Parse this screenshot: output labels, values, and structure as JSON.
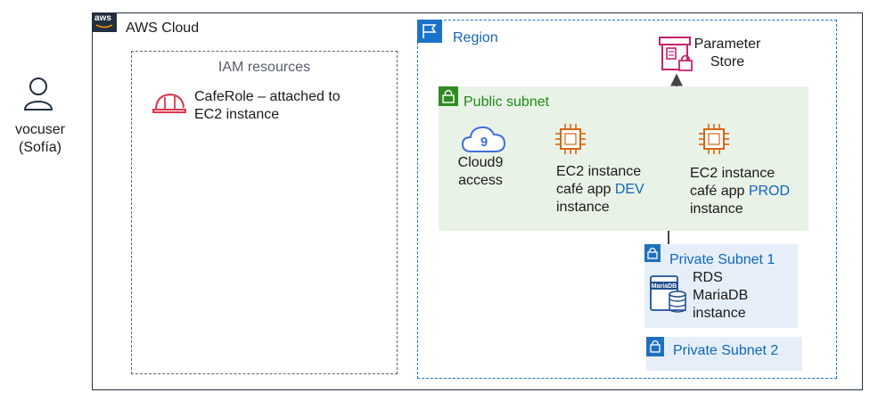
{
  "user": {
    "name_line1": "vocuser",
    "name_line2": "(Sofía)",
    "icon": "user-icon"
  },
  "cloud": {
    "title": "AWS Cloud",
    "logo_text": "aws"
  },
  "iam": {
    "title": "IAM resources",
    "role_line1": "CafeRole – attached to",
    "role_line2": "EC2 instance",
    "icon": "helmet-icon"
  },
  "region": {
    "title": "Region",
    "icon": "flag-icon"
  },
  "public_subnet": {
    "title": "Public subnet",
    "icon": "lock-icon"
  },
  "parameter_store": {
    "line1": "Parameter",
    "line2": "Store",
    "icon": "parameter-store-icon"
  },
  "cloud9": {
    "icon_text": "9",
    "line1": "Cloud9",
    "line2": "access",
    "icon": "cloud9-icon"
  },
  "ec2_dev": {
    "line1": "EC2 instance",
    "line2_prefix": "café app ",
    "line2_highlight": "DEV",
    "line3": "instance",
    "icon": "ec2-chip-icon"
  },
  "ec2_prod": {
    "line1": "EC2 instance",
    "line2_prefix": "café app ",
    "line2_highlight": "PROD",
    "line3": "instance",
    "icon": "ec2-chip-icon"
  },
  "private_subnet_1": {
    "title": "Private Subnet 1",
    "icon": "lock-icon"
  },
  "rds": {
    "line1": "RDS",
    "line2": "MariaDB",
    "line3": "instance",
    "badge": "MariaDB",
    "icon": "mariadb-db-icon"
  },
  "private_subnet_2": {
    "title": "Private Subnet 2",
    "icon": "lock-icon"
  },
  "colors": {
    "aws_dark": "#232f3e",
    "region_blue": "#1a73c8",
    "public_green": "#2e8b22",
    "public_bg": "#e9f2e6",
    "private_bg": "#e6eff9",
    "ec2_orange": "#d86613",
    "iam_red": "#dd344c",
    "cloud9_blue": "#3f6fd8",
    "connector": "#555555"
  }
}
